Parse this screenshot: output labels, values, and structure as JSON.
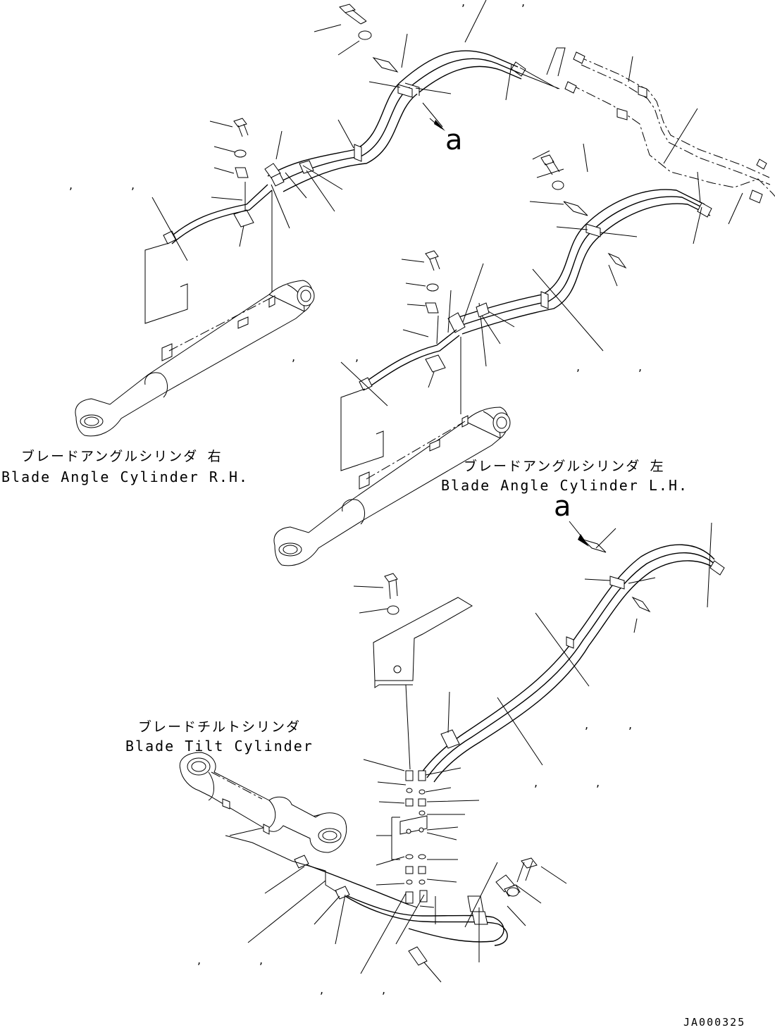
{
  "labels": {
    "right_cylinder_jp": "ブレードアングルシリンダ 右",
    "right_cylinder_en": "Blade Angle Cylinder R.H.",
    "left_cylinder_jp": "ブレードアングルシリンダ 左",
    "left_cylinder_en": "Blade Angle Cylinder L.H.",
    "tilt_cylinder_jp": "ブレードチルトシリンダ",
    "tilt_cylinder_en": "Blade Tilt Cylinder",
    "ref_a_top": "a",
    "ref_a_bottom": "a",
    "drawing_code": "JA000325"
  },
  "separators": {
    "comma": ","
  },
  "colors": {
    "ink": "#000000",
    "paper": "#ffffff"
  }
}
